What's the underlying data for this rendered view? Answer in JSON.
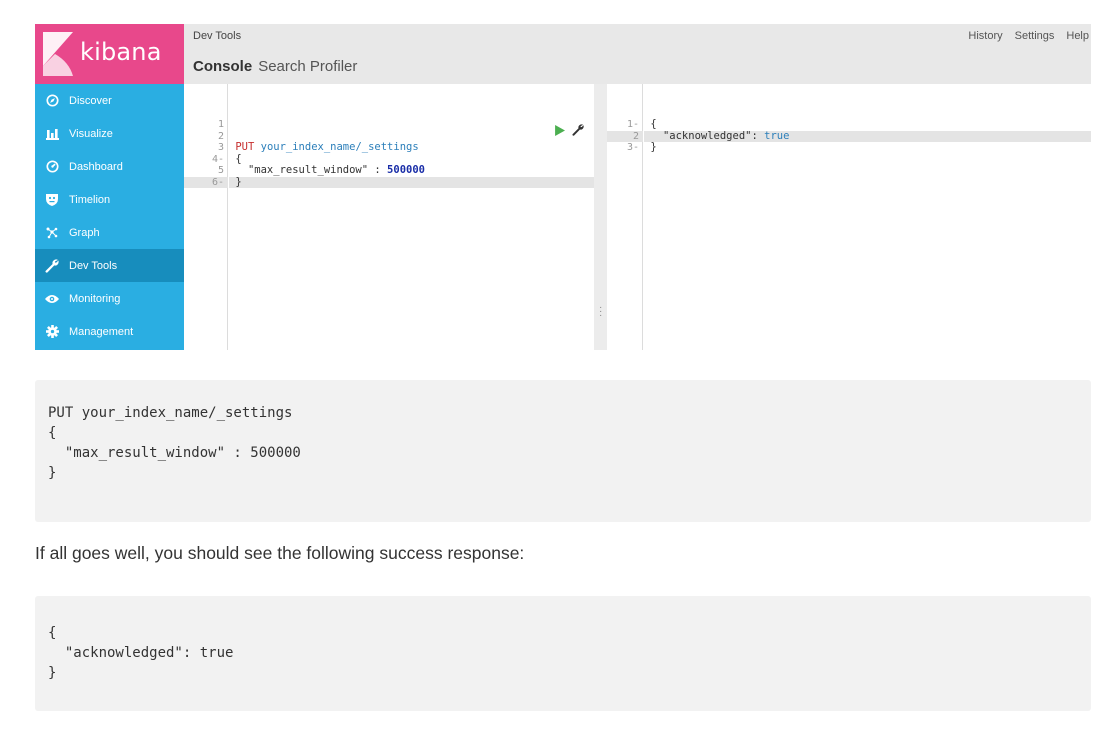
{
  "kibana": {
    "logo_text": "kibana",
    "app_title": "Dev Tools",
    "top_links": [
      "History",
      "Settings",
      "Help"
    ],
    "tabs": [
      "Console",
      "Search Profiler"
    ],
    "active_tab": "Console",
    "active_nav": "Dev Tools",
    "nav": [
      {
        "label": "Discover",
        "icon": "compass-icon"
      },
      {
        "label": "Visualize",
        "icon": "bar-chart-icon"
      },
      {
        "label": "Dashboard",
        "icon": "dashboard-icon"
      },
      {
        "label": "Timelion",
        "icon": "shield-icon"
      },
      {
        "label": "Graph",
        "icon": "graph-icon"
      },
      {
        "label": "Dev Tools",
        "icon": "wrench-icon"
      },
      {
        "label": "Monitoring",
        "icon": "eye-icon"
      },
      {
        "label": "Management",
        "icon": "gear-icon"
      }
    ],
    "colors": {
      "logo_bg": "#e8488b",
      "sidebar_bg": "#2aaee2",
      "sidebar_active": "#178dbd",
      "run_button": "#4caf50",
      "method": "#c62e2e",
      "url": "#2c7fba",
      "number": "#1a2ea8"
    },
    "editor": {
      "line_numbers": [
        "1",
        "2",
        "3",
        "4",
        "5",
        "6"
      ],
      "fold_markers": [
        "",
        "",
        "",
        "-",
        "",
        "-"
      ],
      "active_line": 6,
      "request_method": "PUT",
      "request_url": "your_index_name/_settings",
      "open_brace": "{",
      "body_key": "\"max_result_window\"",
      "body_sep": " : ",
      "body_value": "500000",
      "close_brace": "}"
    },
    "output": {
      "line_numbers": [
        "1",
        "2",
        "3"
      ],
      "fold_markers": [
        "-",
        "",
        "-"
      ],
      "active_line": 2,
      "open_brace": "{",
      "key": "\"acknowledged\"",
      "sep": ": ",
      "value": "true",
      "close_brace": "}"
    }
  },
  "doc": {
    "request_code": "PUT your_index_name/_settings\n{\n  \"max_result_window\" : 500000\n}",
    "intro_text": "If all goes well, you should see the following success response:",
    "response_code": "{\n  \"acknowledged\": true\n}"
  }
}
